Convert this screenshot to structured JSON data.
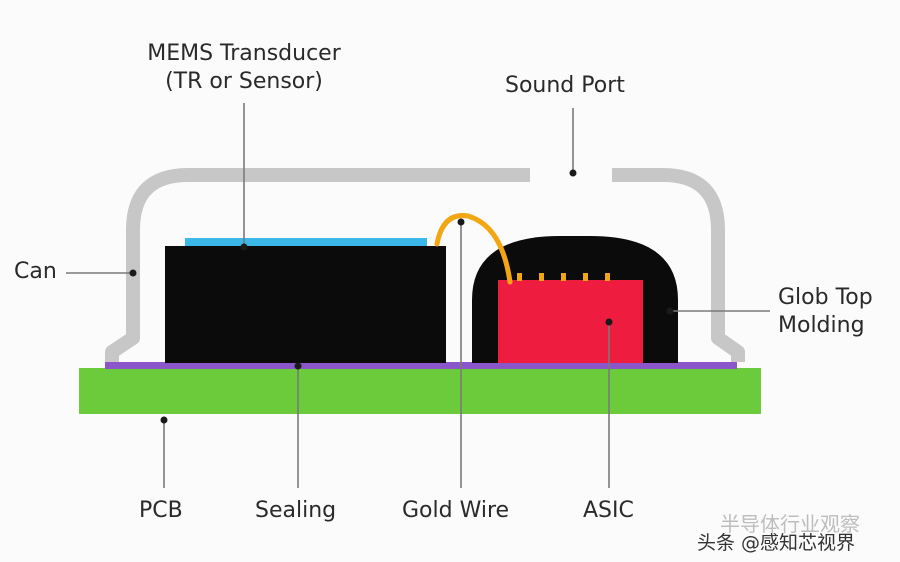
{
  "labels": {
    "mems": [
      "MEMS Transducer",
      "(TR or Sensor)"
    ],
    "sound_port": "Sound Port",
    "can": "Can",
    "glob_top": [
      "Glob Top",
      "Molding"
    ],
    "pcb": "PCB",
    "sealing": "Sealing",
    "gold_wire": "Gold Wire",
    "asic": "ASIC"
  },
  "watermark": {
    "line1": "半导体行业观察",
    "line2": "头条 @感知芯视界"
  },
  "colors": {
    "pcb": "#6ccb3a",
    "sealing": "#8a56c9",
    "can": "#c7c7c7",
    "mems_die": "#0b0b0b",
    "mems_membrane": "#3bb8e8",
    "glob_top": "#0b0b0b",
    "asic": "#ee1c3f",
    "gold_wire": "#f2a612",
    "leader": "#7a7a7a",
    "leader_dot": "#1a1a1a"
  }
}
